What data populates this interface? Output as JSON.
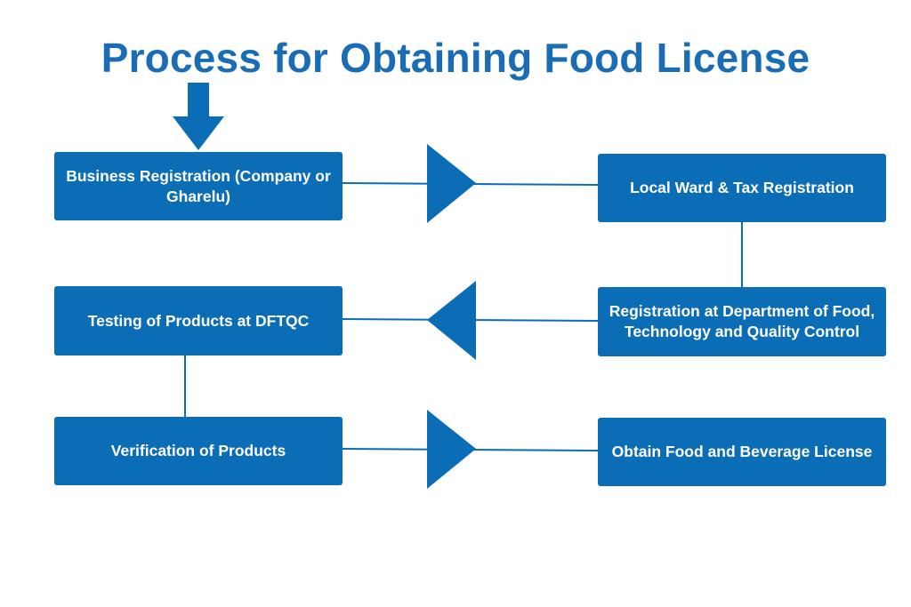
{
  "title": "Process for Obtaining Food License",
  "colors": {
    "primary": "#0b6db6",
    "title": "#1a6db5",
    "background": "#ffffff"
  },
  "steps": [
    {
      "label": "Business Registration (Company or Gharelu)"
    },
    {
      "label": "Local Ward & Tax Registration"
    },
    {
      "label": "Registration at Department of Food, Technology and Quality Control"
    },
    {
      "label": "Testing of Products at DFTQC"
    },
    {
      "label": "Verification of Products"
    },
    {
      "label": "Obtain Food and Beverage License"
    }
  ],
  "icons": {
    "start": "arrow-down-icon",
    "flow_right": "triangle-right-icon",
    "flow_left": "triangle-left-icon"
  }
}
